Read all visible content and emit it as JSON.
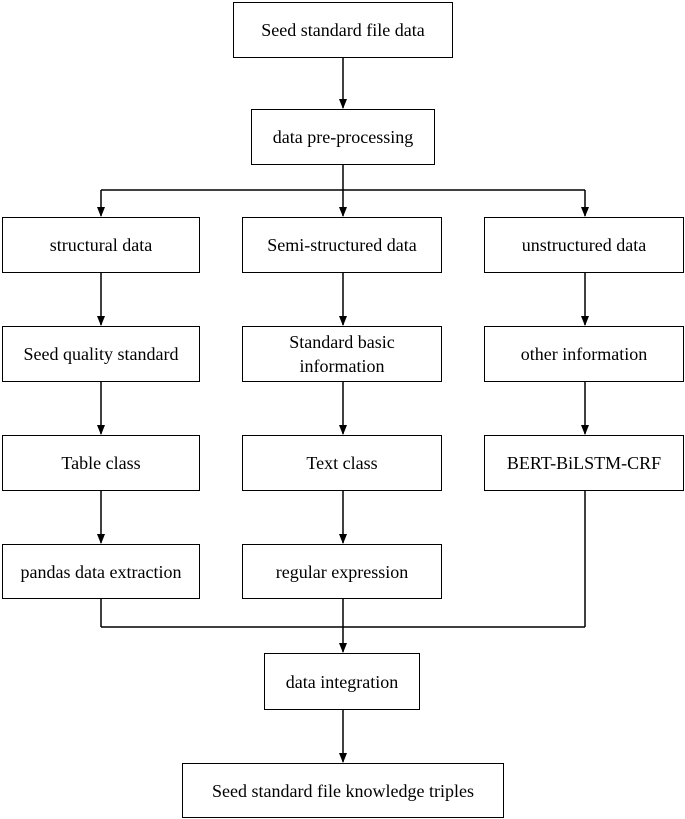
{
  "diagram": {
    "nodes": {
      "seed_standard_file_data": "Seed standard file data",
      "data_pre_processing": "data pre-processing",
      "structural_data": "structural data",
      "semi_structured_data": "Semi-structured data",
      "unstructured_data": "unstructured data",
      "seed_quality_standard": "Seed quality standard",
      "standard_basic_information": "Standard basic information",
      "other_information": "other information",
      "table_class": "Table class",
      "text_class": "Text class",
      "bert_bilstm_crf": "BERT-BiLSTM-CRF",
      "pandas_data_extraction": "pandas data extraction",
      "regular_expression": "regular expression",
      "data_integration": "data integration",
      "knowledge_triples": "Seed standard file knowledge triples"
    },
    "edges": [
      [
        "seed_standard_file_data",
        "data_pre_processing"
      ],
      [
        "data_pre_processing",
        "structural_data"
      ],
      [
        "data_pre_processing",
        "semi_structured_data"
      ],
      [
        "data_pre_processing",
        "unstructured_data"
      ],
      [
        "structural_data",
        "seed_quality_standard"
      ],
      [
        "semi_structured_data",
        "standard_basic_information"
      ],
      [
        "unstructured_data",
        "other_information"
      ],
      [
        "seed_quality_standard",
        "table_class"
      ],
      [
        "standard_basic_information",
        "text_class"
      ],
      [
        "other_information",
        "bert_bilstm_crf"
      ],
      [
        "table_class",
        "pandas_data_extraction"
      ],
      [
        "text_class",
        "regular_expression"
      ],
      [
        "pandas_data_extraction",
        "data_integration"
      ],
      [
        "regular_expression",
        "data_integration"
      ],
      [
        "bert_bilstm_crf",
        "data_integration"
      ],
      [
        "data_integration",
        "knowledge_triples"
      ]
    ],
    "colors": {
      "stroke": "#000000",
      "fill": "#ffffff",
      "text": "#000000"
    }
  }
}
